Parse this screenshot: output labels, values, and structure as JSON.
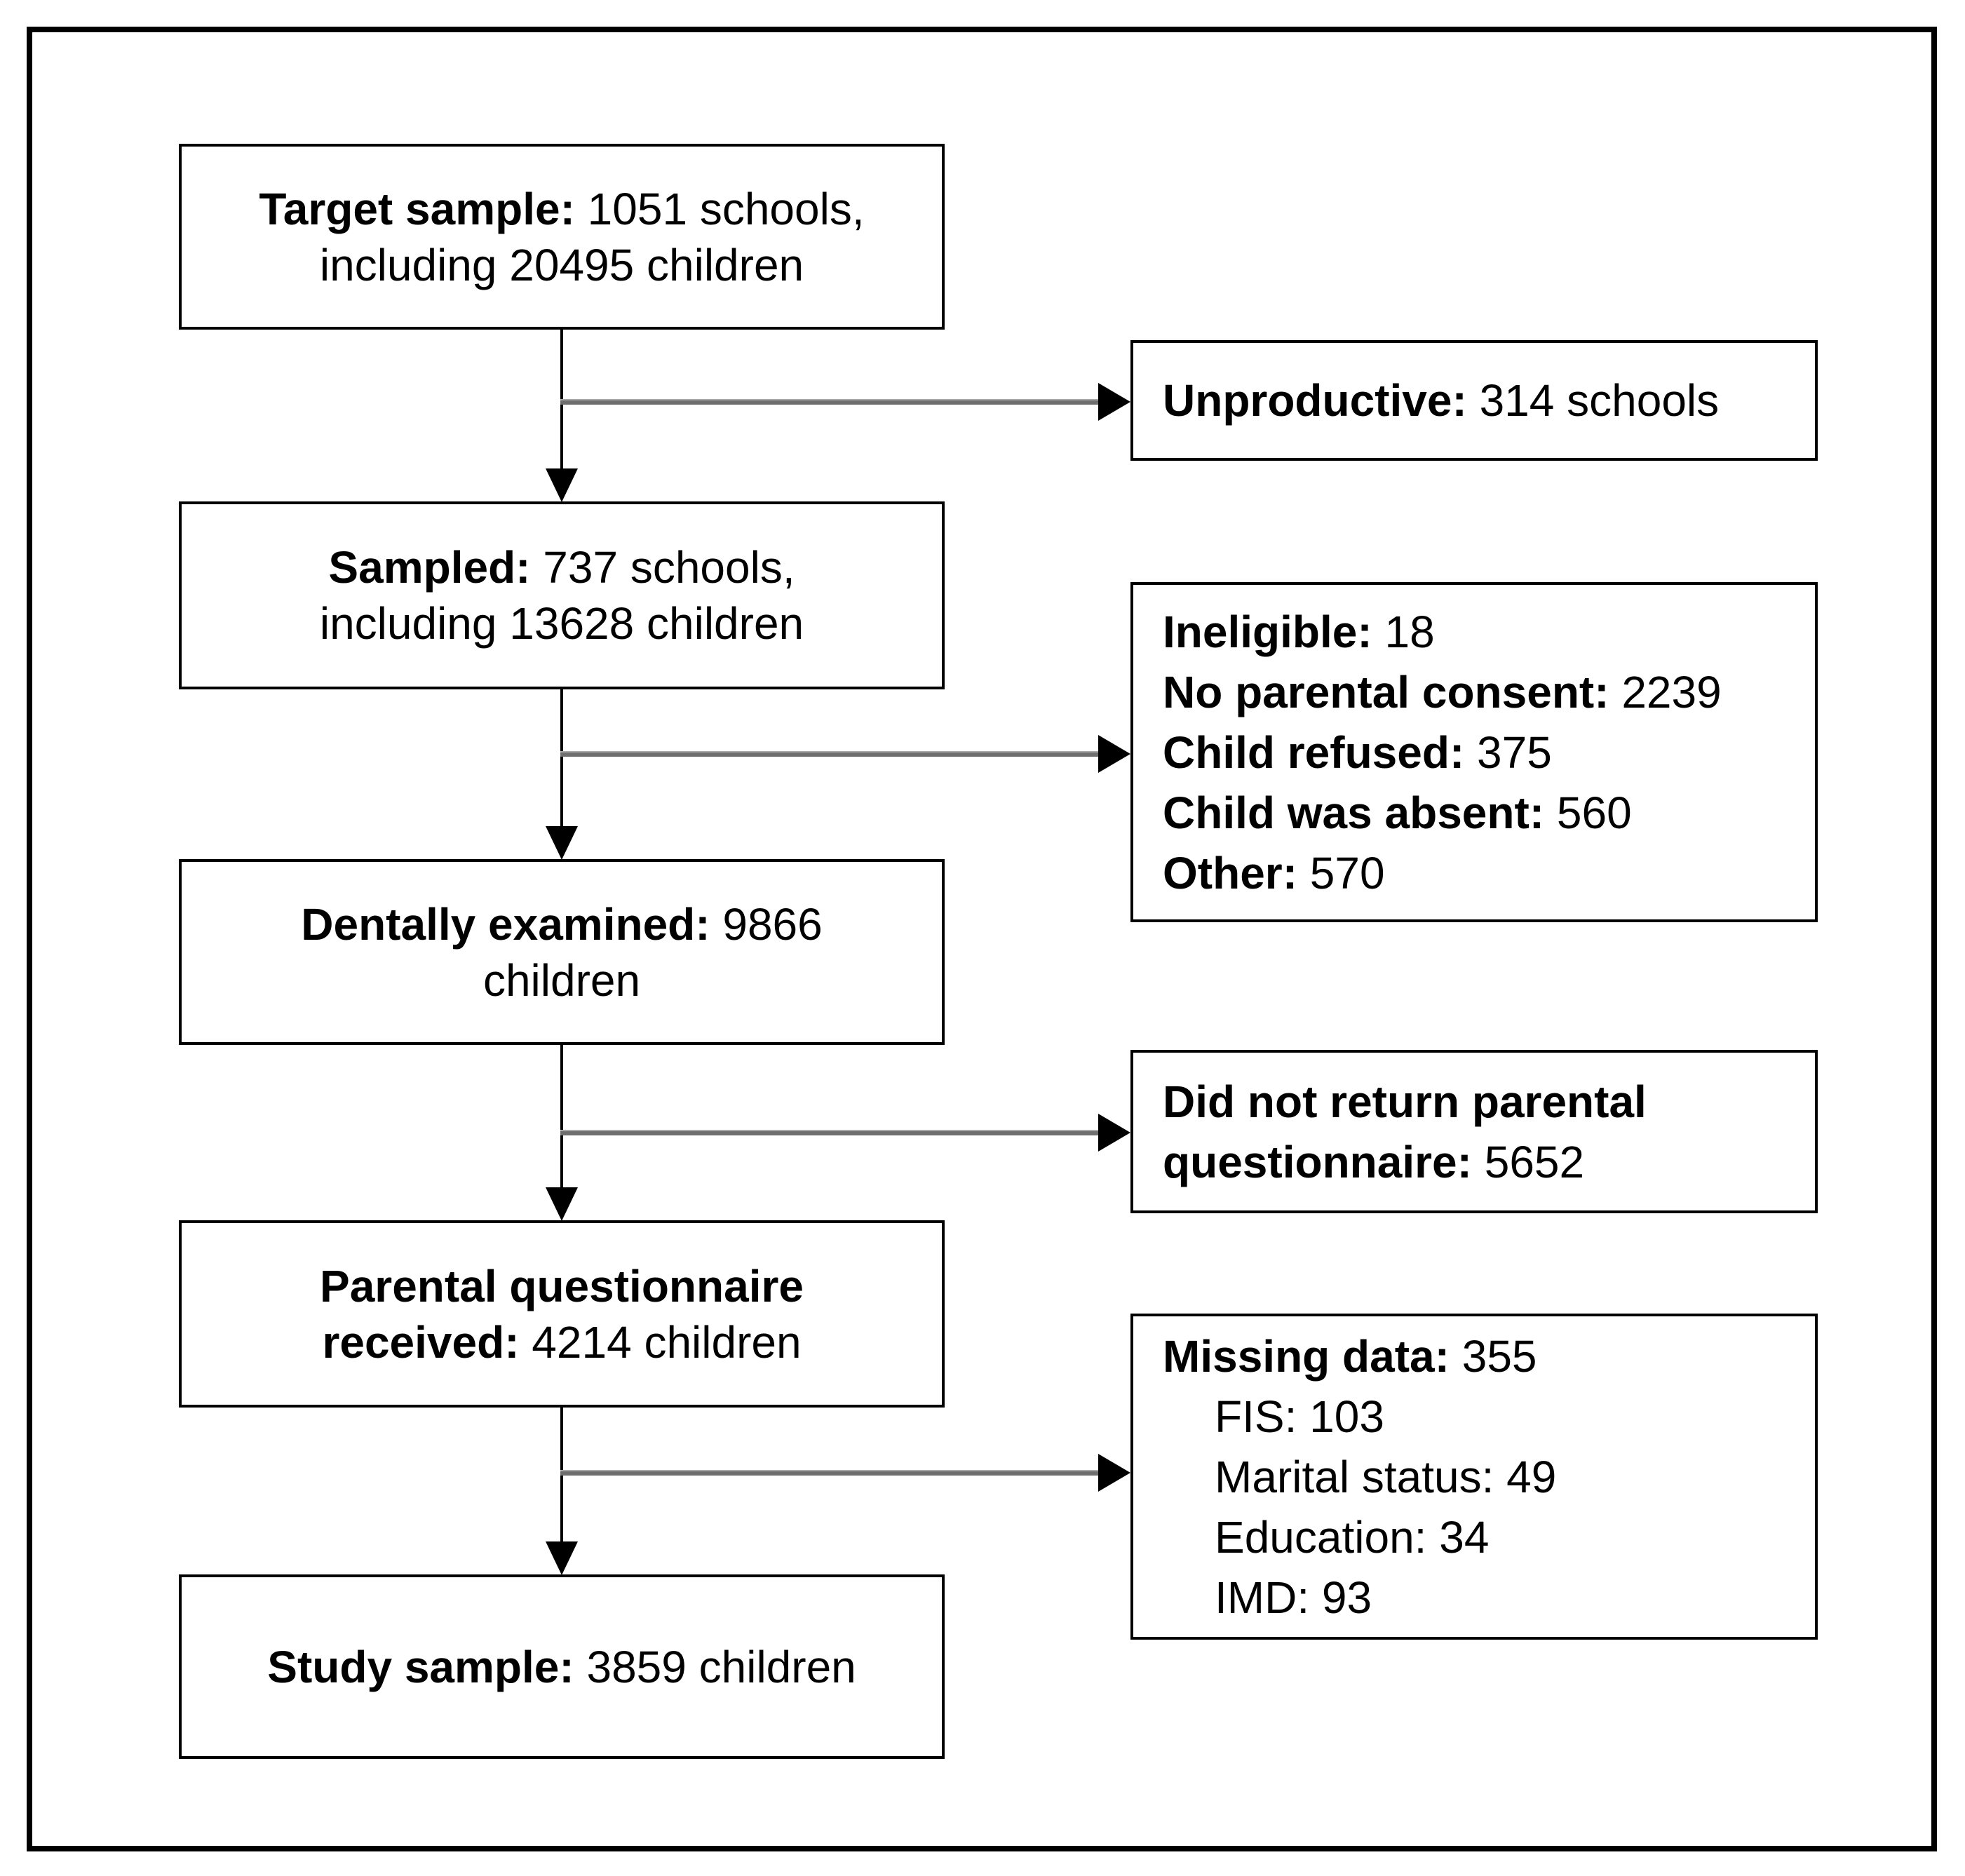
{
  "diagram": {
    "title_semantic": "Study participant flow chart",
    "colors": {
      "background": "#ffffff",
      "box_border": "#000000",
      "text": "#000000",
      "vertical_connector": "#000000",
      "branch_connector": "#6e6e6e",
      "arrowhead": "#000000"
    },
    "left_boxes": {
      "target": {
        "line1_bold": "Target sample:",
        "line1_rest": " 1051 schools,",
        "line2": "including 20495 children"
      },
      "sampled": {
        "line1_bold": "Sampled:",
        "line1_rest": " 737 schools,",
        "line2": "including 13628 children"
      },
      "dental": {
        "line1_bold": "Dentally examined:",
        "line1_rest": " 9866",
        "line2": "children"
      },
      "questionnaire": {
        "line1_bold": "Parental questionnaire",
        "line2_bold": "received:",
        "line2_rest": " 4214 children"
      },
      "study": {
        "line1_bold": "Study sample:",
        "line1_rest": " 3859 children"
      }
    },
    "right_boxes": {
      "unproductive": {
        "line1_bold": "Unproductive:",
        "line1_rest": " 314 schools"
      },
      "exclusions": {
        "items": [
          {
            "label": "Ineligible:",
            "value": " 18"
          },
          {
            "label": "No parental consent:",
            "value": " 2239"
          },
          {
            "label": "Child refused:",
            "value": " 375"
          },
          {
            "label": "Child was absent:",
            "value": " 560"
          },
          {
            "label": "Other:",
            "value": " 570"
          }
        ]
      },
      "no_questionnaire": {
        "line1_bold": "Did not return parental",
        "line2_bold": "questionnaire:",
        "line2_rest": " 5652"
      },
      "missing": {
        "line1_bold": "Missing data:",
        "line1_rest": " 355",
        "items": [
          {
            "label": "FIS:",
            "value": " 103"
          },
          {
            "label": "Marital status:",
            "value": " 49"
          },
          {
            "label": "Education:",
            "value": " 34"
          },
          {
            "label": "IMD:",
            "value": " 93"
          }
        ]
      }
    }
  }
}
